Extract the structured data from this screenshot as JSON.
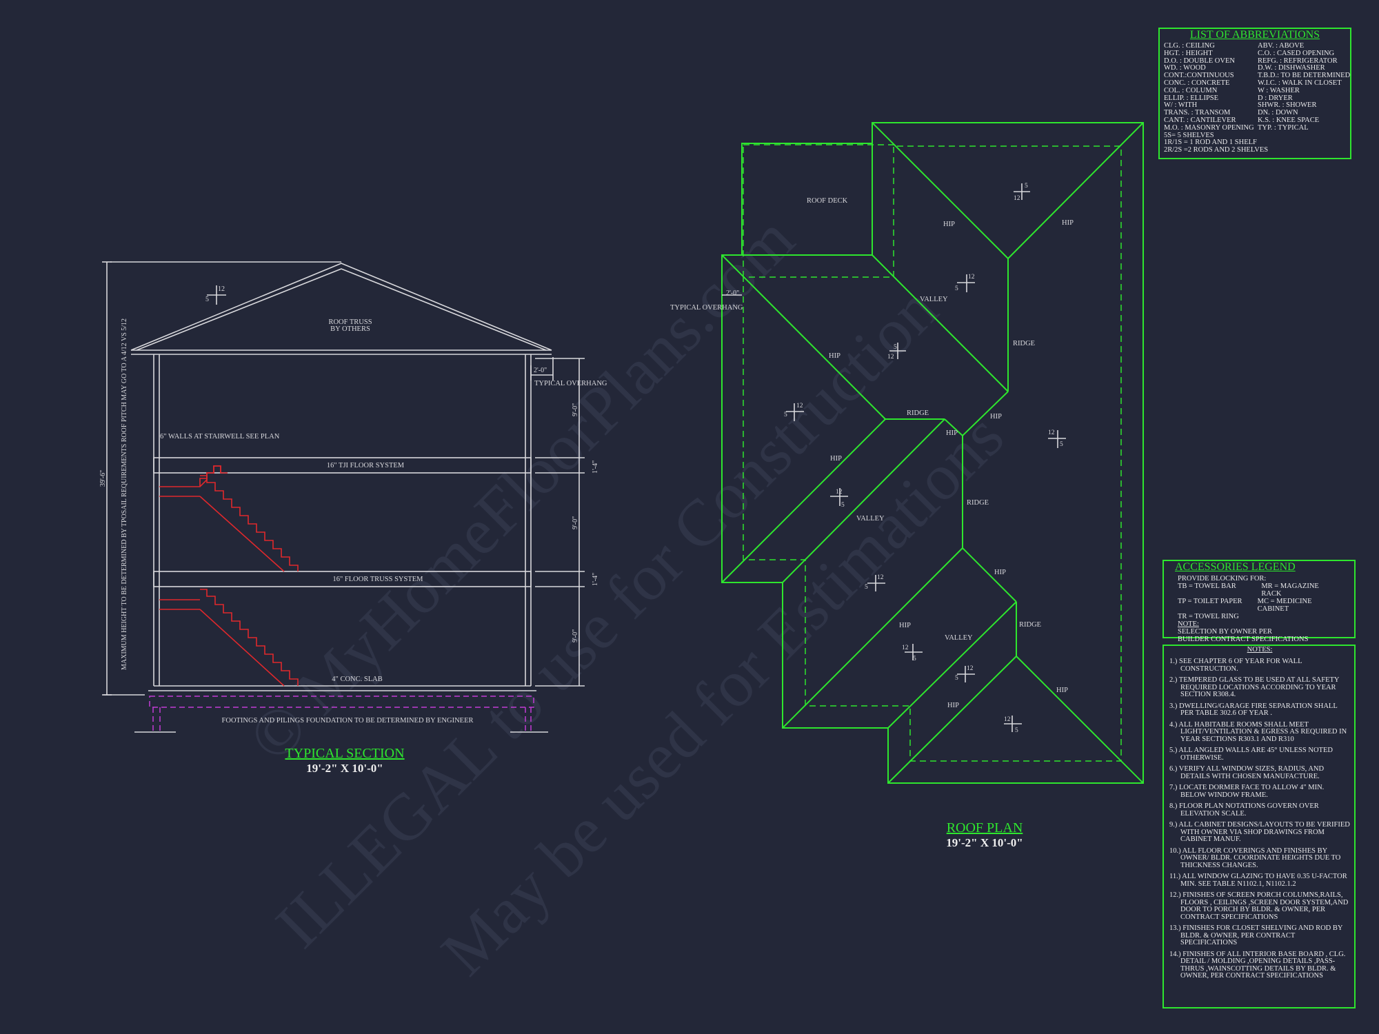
{
  "watermark": {
    "line1": "© MyHomeFloorPlans.com",
    "line2": "ILLEGAL to use for Construction",
    "line3": "May be used for Estimations"
  },
  "section": {
    "title": "TYPICAL SECTION",
    "scale": "19'-2\" X 10'-0\"",
    "roof_truss": "ROOF TRUSS",
    "by_others": "BY OTHERS",
    "pitch_num": "12",
    "pitch_den": "5",
    "overhang": "2'-0\"",
    "overhang_label": "TYPICAL OVERHANG",
    "walls_note": "6\" WALLS AT STAIRWELL SEE PLAN",
    "floor1": "16\" TJI FLOOR SYSTEM",
    "floor2": "16\"  FLOOR TRUSS  SYSTEM",
    "slab": "4\" CONC. SLAB",
    "footings": "FOOTINGS AND PILINGS FOUNDATION TO BE DETERMINED BY ENGINEER",
    "height_dim": "39'-6\"",
    "height_note": "MAXIMUM HEIGHT TO BE DETERMINED BY TPOSAIL REQUIREMENTS ROOF PITCH MAY GO TO A 4/12 VS 5/12",
    "dim_9a": "9'-0\"",
    "dim_14a": "1'-4\"",
    "dim_9b": "9'-0\"",
    "dim_14b": "1'-4\"",
    "dim_9c": "9'-0\""
  },
  "roof": {
    "title": "ROOF PLAN",
    "scale": "19'-2\" X 10'-0\"",
    "roof_deck": "ROOF DECK",
    "overhang": "2'-0\"",
    "overhang_label": "TYPICAL OVERHANG",
    "hip": "HIP",
    "valley": "VALLEY",
    "ridge": "RIDGE",
    "pitch_num": "12",
    "pitch_den": "5"
  },
  "abbreviations": {
    "title": "LIST OF ABBREVIATIONS",
    "left": [
      "CLG. : CEILING",
      "HGT. : HEIGHT",
      "D.O. : DOUBLE OVEN",
      "WD. : WOOD",
      "CONT.:CONTINUOUS",
      "CONC. : CONCRETE",
      "COL. : COLUMN",
      "ELLIP. : ELLIPSE",
      "W/ : WITH",
      "TRANS. : TRANSOM",
      "CANT. : CANTILEVER",
      "M.O. : MASONRY OPENING",
      "5S= 5 SHELVES",
      "1R/1S = 1 ROD AND 1 SHELF",
      "2R/2S =2 RODS AND 2 SHELVES"
    ],
    "right": [
      "ABV. : ABOVE",
      "C.O. : CASED OPENING",
      "REFG. : REFRIGERATOR",
      "D.W. : DISHWASHER",
      "T.B.D.: TO BE DETERMINED",
      "W.I.C. : WALK IN CLOSET",
      "W : WASHER",
      "D : DRYER",
      "SHWR. : SHOWER",
      "DN. : DOWN",
      "K.S. : KNEE SPACE",
      "TYP. : TYPICAL"
    ]
  },
  "accessories": {
    "title": "ACCESSORIES LEGEND",
    "intro": "PROVIDE BLOCKING FOR:",
    "rows": [
      [
        "TB = TOWEL BAR",
        "MR = MAGAZINE RACK"
      ],
      [
        "TP = TOILET PAPER",
        "MC = MEDICINE CABINET"
      ],
      [
        "TR = TOWEL RING",
        ""
      ]
    ],
    "note_label": "NOTE:",
    "note1": "SELECTION BY OWNER  PER",
    "note2": "BUILDER CONTRACT SPECIFICATIONS"
  },
  "notes": {
    "title": "NOTES:",
    "items": [
      "1.) SEE CHAPTER 6 OF YEAR  FOR WALL CONSTRUCTION.",
      "2.) TEMPERED GLASS TO BE USED AT ALL SAFETY REQUIRED LOCATIONS ACCORDING TO YEAR SECTION R308.4.",
      "3.) DWELLING/GARAGE FIRE SEPARATION SHALL PER TABLE 302.6 OF YEAR .",
      "4.) ALL HABITABLE ROOMS SHALL MEET LIGHT/VENTILATION & EGRESS AS REQUIRED IN YEAR  SECTIONS R303.1 AND R310",
      "5.) ALL ANGLED WALLS ARE 45° UNLESS NOTED OTHERWISE.",
      "6.) VERIFY ALL WINDOW SIZES, RADIUS, AND DETAILS WITH CHOSEN MANUFACTURE.",
      "7.) LOCATE DORMER FACE TO ALLOW 4\" MIN. BELOW WINDOW FRAME.",
      "8.) FLOOR PLAN NOTATIONS GOVERN OVER ELEVATION SCALE.",
      "9.) ALL CABINET DESIGNS/LAYOUTS TO BE VERIFIED WITH OWNER VIA SHOP DRAWINGS FROM CABINET MANUF.",
      "10.) ALL  FLOOR COVERINGS AND FINISHES BY OWNER/ BLDR.  COORDINATE HEIGHTS DUE TO THICKNESS CHANGES.",
      "11.) ALL WINDOW GLAZING TO HAVE 0.35 U-FACTOR MIN.  SEE TABLE N1102.1, N1102.1.2",
      "12.) FINISHES OF SCREEN PORCH COLUMNS,RAILS, FLOORS , CEILINGS ,SCREEN DOOR SYSTEM,AND DOOR TO PORCH BY BLDR. & OWNER, PER CONTRACT SPECIFICATIONS",
      "13.) FINISHES FOR CLOSET SHELVING AND ROD BY BLDR. & OWNER, PER CONTRACT SPECIFICATIONS",
      "14.) FINISHES OF ALL INTERIOR BASE BOARD , CLG. DETAIL / MOLDING ,OPENING DETAILS ,PASS-THRUS ,WAINSCOTTING DETAILS BY BLDR. & OWNER, PER CONTRACT SPECIFICATIONS"
    ]
  }
}
